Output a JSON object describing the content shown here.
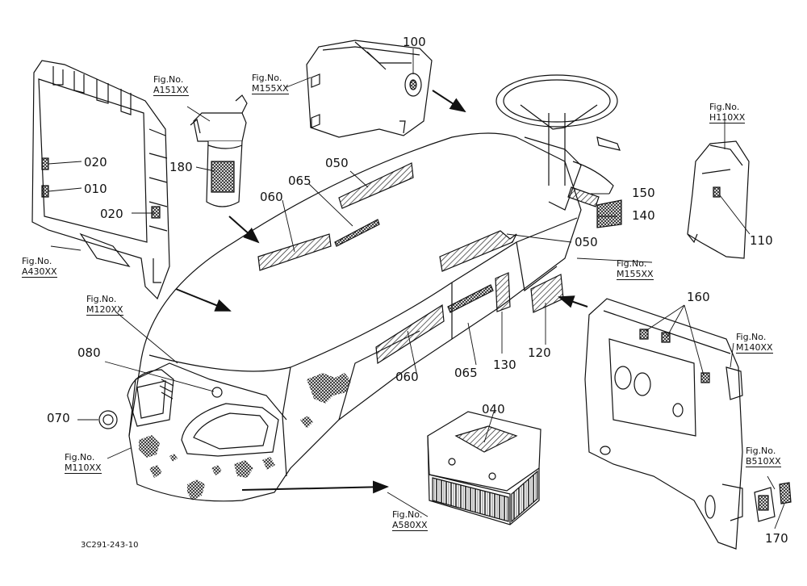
{
  "parts": [
    "010",
    "020",
    "020",
    "040",
    "050",
    "050",
    "060",
    "060",
    "065",
    "065",
    "070",
    "080",
    "100",
    "110",
    "120",
    "130",
    "140",
    "150",
    "160",
    "170",
    "180"
  ],
  "fig_refs": [
    {
      "prefix": "Fig.No.",
      "code": "A151XX"
    },
    {
      "prefix": "Fig.No.",
      "code": "M155XX"
    },
    {
      "prefix": "Fig.No.",
      "code": "H110XX"
    },
    {
      "prefix": "Fig.No.",
      "code": "A430XX"
    },
    {
      "prefix": "Fig.No.",
      "code": "M120XX"
    },
    {
      "prefix": "Fig.No.",
      "code": "M155XX"
    },
    {
      "prefix": "Fig.No.",
      "code": "M140XX"
    },
    {
      "prefix": "Fig.No.",
      "code": "M110XX"
    },
    {
      "prefix": "Fig.No.",
      "code": "B510XX"
    },
    {
      "prefix": "Fig.No.",
      "code": "A580XX"
    }
  ],
  "drawing_number": "3C291-243-10"
}
